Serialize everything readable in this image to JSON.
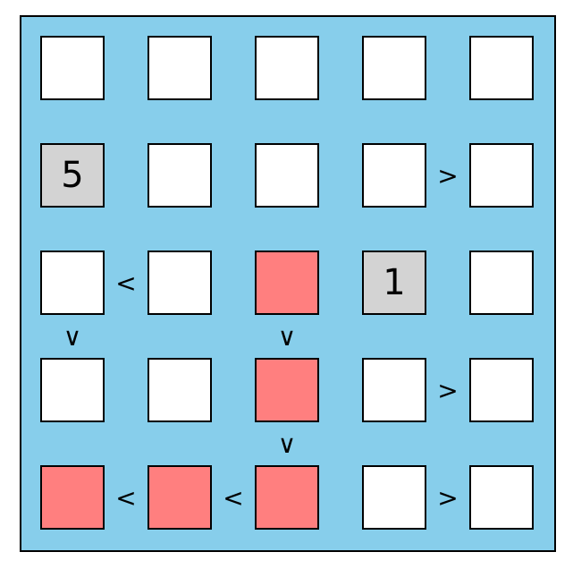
{
  "colors": {
    "background": "#87CEEB",
    "cell": "#FFFFFF",
    "given": "#D3D3D3",
    "highlight": "#FF7F7F"
  },
  "grid": [
    [
      {
        "v": "",
        "s": "empty"
      },
      {
        "v": "",
        "s": "empty"
      },
      {
        "v": "",
        "s": "empty"
      },
      {
        "v": "",
        "s": "empty"
      },
      {
        "v": "",
        "s": "empty"
      }
    ],
    [
      {
        "v": "5",
        "s": "given"
      },
      {
        "v": "",
        "s": "empty"
      },
      {
        "v": "",
        "s": "empty"
      },
      {
        "v": "",
        "s": "empty"
      },
      {
        "v": "",
        "s": "empty"
      }
    ],
    [
      {
        "v": "",
        "s": "empty"
      },
      {
        "v": "",
        "s": "empty"
      },
      {
        "v": "",
        "s": "highlight"
      },
      {
        "v": "1",
        "s": "given"
      },
      {
        "v": "",
        "s": "empty"
      }
    ],
    [
      {
        "v": "",
        "s": "empty"
      },
      {
        "v": "",
        "s": "empty"
      },
      {
        "v": "",
        "s": "highlight"
      },
      {
        "v": "",
        "s": "empty"
      },
      {
        "v": "",
        "s": "empty"
      }
    ],
    [
      {
        "v": "",
        "s": "highlight"
      },
      {
        "v": "",
        "s": "highlight"
      },
      {
        "v": "",
        "s": "highlight"
      },
      {
        "v": "",
        "s": "empty"
      },
      {
        "v": "",
        "s": "empty"
      }
    ]
  ],
  "h_constraints": [
    {
      "row": 1,
      "col": 3,
      "sym": ">"
    },
    {
      "row": 2,
      "col": 0,
      "sym": "<"
    },
    {
      "row": 3,
      "col": 3,
      "sym": ">"
    },
    {
      "row": 4,
      "col": 0,
      "sym": "<"
    },
    {
      "row": 4,
      "col": 1,
      "sym": "<"
    },
    {
      "row": 4,
      "col": 3,
      "sym": ">"
    }
  ],
  "v_constraints": [
    {
      "row": 2,
      "col": 0,
      "sym": "∨"
    },
    {
      "row": 2,
      "col": 2,
      "sym": "∨"
    },
    {
      "row": 3,
      "col": 2,
      "sym": "∨"
    }
  ]
}
